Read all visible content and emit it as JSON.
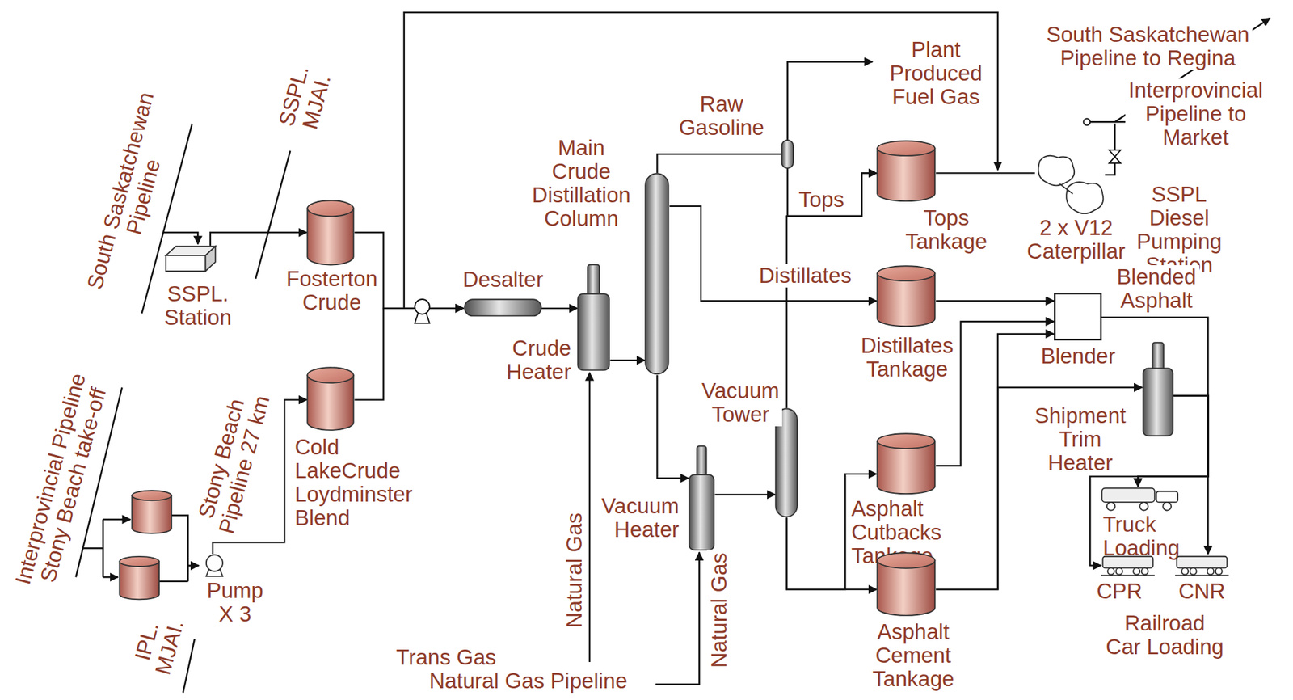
{
  "diagram": {
    "nodes": [
      {
        "text": [
          "SSPL. Station"
        ]
      },
      {
        "text": [
          "Fosterton Crude"
        ]
      },
      {
        "text": [
          "Cold LakeCrude Loydminster Blend"
        ]
      },
      {
        "text": [
          "Pump X 3"
        ]
      },
      {
        "text": [
          "Desalter"
        ]
      },
      {
        "text": [
          "Crude Heater"
        ]
      },
      {
        "text": [
          "Main Crude Distillation Column"
        ]
      },
      {
        "text": [
          "Vacuum Heater"
        ]
      },
      {
        "text": [
          "Vacuum Tower"
        ]
      },
      {
        "text": [
          "Tops Tankage"
        ]
      },
      {
        "text": [
          "Distillates Tankage"
        ]
      },
      {
        "text": [
          "Asphalt Cutbacks Tankage"
        ]
      },
      {
        "text": [
          "Asphalt Cement Tankage"
        ]
      },
      {
        "text": [
          "Blender"
        ]
      },
      {
        "text": [
          "Shipment Trim Heater"
        ]
      },
      {
        "text": [
          "2 x V12 Caterpillar",
          "SSPL Diesel Pumping Station"
        ]
      },
      {
        "text": [
          "Truck Loading"
        ]
      },
      {
        "text": [
          "CPR"
        ]
      },
      {
        "text": [
          "CNR"
        ]
      }
    ],
    "edges": [
      {
        "from": 0,
        "to": 1,
        "arrow": "to"
      },
      {
        "from": 3,
        "to": 2,
        "arrow": "to"
      },
      {
        "from": 1,
        "to": 4,
        "arrow": "to"
      },
      {
        "from": 2,
        "to": 4,
        "arrow": "to"
      },
      {
        "from": 4,
        "to": 5,
        "arrow": "to"
      },
      {
        "from": 5,
        "to": 6,
        "arrow": "to"
      },
      {
        "from": 6,
        "to": 7,
        "arrow": "to"
      },
      {
        "from": 7,
        "to": 8,
        "arrow": "to"
      },
      {
        "from": 6,
        "to": 10,
        "arrow": "to"
      },
      {
        "from": 6,
        "to": 9,
        "arrow": "to"
      },
      {
        "from": 8,
        "to": 9,
        "arrow": "to"
      },
      {
        "from": 8,
        "to": 12,
        "arrow": "to"
      },
      {
        "from": 8,
        "to": 11,
        "arrow": "to"
      },
      {
        "from": 10,
        "to": 13,
        "arrow": "to"
      },
      {
        "from": 11,
        "to": 13,
        "arrow": "to"
      },
      {
        "from": 12,
        "to": 13,
        "arrow": "to"
      },
      {
        "from": 12,
        "to": 14,
        "arrow": "to"
      },
      {
        "from": 13,
        "to": 16,
        "arrow": "to"
      },
      {
        "from": 14,
        "to": 16,
        "arrow": "to"
      },
      {
        "from": 14,
        "to": 18,
        "arrow": "to"
      },
      {
        "from": 14,
        "to": 17,
        "arrow": "to"
      },
      {
        "from": 9,
        "to": 15,
        "arrow": "none"
      }
    ],
    "labels": [
      "South Saskatchewan Pipeline",
      "SSPL. MJAI.",
      "Interprovincial Pipeline Stony Beach take-off",
      "Stony Beach Pipeline 27 km",
      "IPL. MJAI.",
      "Raw Gasoline",
      "Plant Produced Fuel Gas",
      "South Saskatchewan Pipeline to Regina",
      "Interprovincial Pipeline to Market",
      "Tops",
      "Distillates",
      "Blended Asphalt",
      "Natural Gas",
      "Natural Gas",
      "Trans Gas",
      "Natural Gas Pipeline",
      "Railroad Car Loading"
    ]
  }
}
